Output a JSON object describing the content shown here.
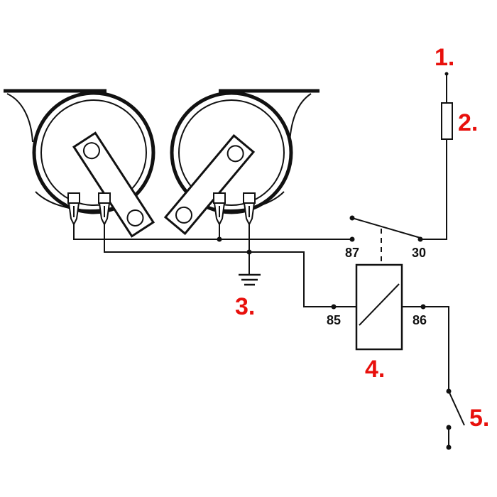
{
  "labels": {
    "l1": "1.",
    "l2": "2.",
    "l3": "3.",
    "l4": "4.",
    "l5": "5."
  },
  "pins": {
    "p87": "87",
    "p30": "30",
    "p85": "85",
    "p86": "86"
  },
  "colors": {
    "label_red": "#e8100c",
    "line": "#111111",
    "background": "#ffffff"
  }
}
